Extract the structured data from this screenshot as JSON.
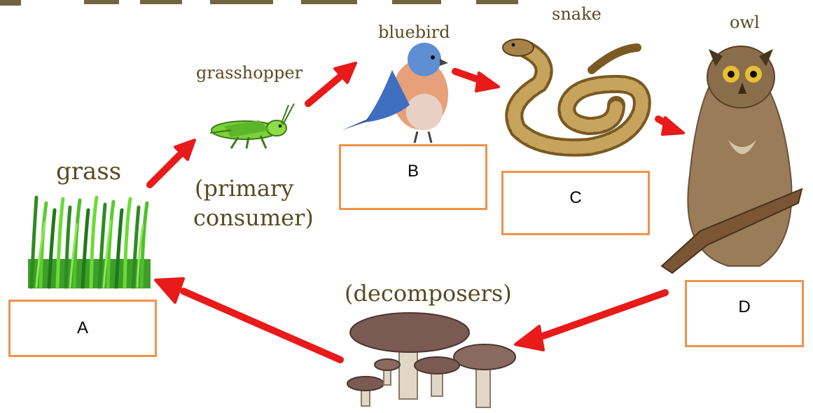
{
  "organisms": {
    "grass": "grass",
    "grasshopper": "grasshopper",
    "bluebird": "bluebird",
    "snake": "snake",
    "owl": "owl",
    "decomposers": "(decomposers)"
  },
  "roles": {
    "primary_line1": "(primary",
    "primary_line2": "consumer)"
  },
  "answer_boxes": {
    "a": "A",
    "b": "B",
    "c": "C",
    "d": "D"
  },
  "colors": {
    "arrow": "#e81a1a",
    "box_border": "#f0924a",
    "label_text": "#5a4a22"
  }
}
